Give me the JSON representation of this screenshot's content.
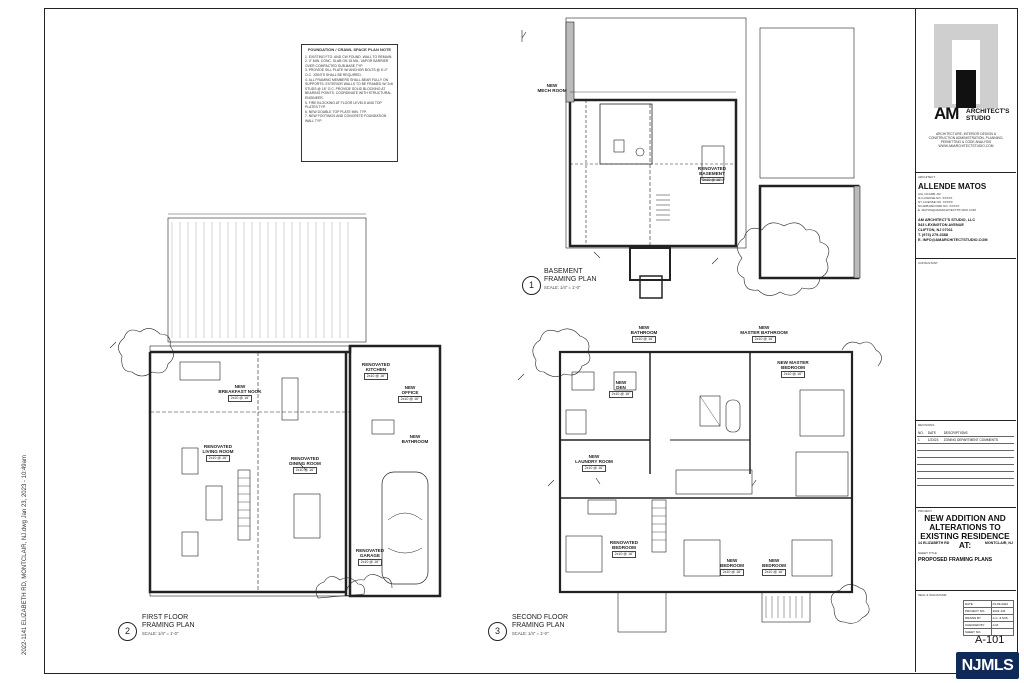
{
  "side_label": "2022-1141 ELIZABETH RD, MONTCLAIR, NJ.dwg     Jan 23, 2023 - 10:49am",
  "notes_box": {
    "title": "FOUNDATION / CRAWL SPACE PLAN NOTE",
    "lines": [
      "1. EXISTING FTG. AND CW FOUND. WALL TO REMAIN.",
      "2. 4\" MIN. CONC. SLAB ON 15 MIL. VAPOR BARRIER OVER COMPACTED SUB-BASE TYP.",
      "3. PROVIDE SILL PLATE W/ ANCHOR BOLTS @ 6'-0\" O.C. JOINTS SHALL BE REQUIRED.",
      "4. ALL FRAMING MEMBERS SHALL BEAR FULLY ON SUPPORTS. EXTERIOR WALLS TO BE FRAMED W/ 2x6 STUDS @ 16\" O.C. PROVIDE SOLID BLOCKING AT BEARING POINTS. COORDINATE WITH STRUCTURAL ENGINEER.",
      "5. FIRE BLOCKING AT FLOOR LEVELS AND TOP PLATES TYP.",
      "6. NEW DOUBLE TOP PLATE MIN. TYP.",
      "7. NEW FOOTINGS AND CONCRETE FOUNDATION WALL TYP."
    ]
  },
  "plans": {
    "basement": {
      "num": "1",
      "title": "BASEMENT",
      "subtitle": "FRAMING PLAN",
      "scale": "SCALE: 1/4\" = 1'-0\""
    },
    "first": {
      "num": "2",
      "title": "FIRST FLOOR",
      "subtitle": "FRAMING PLAN",
      "scale": "SCALE: 1/4\" = 1'-0\""
    },
    "second": {
      "num": "3",
      "title": "SECOND FLOOR",
      "subtitle": "FRAMING PLAN",
      "scale": "SCALE: 1/4\" = 1'-0\""
    }
  },
  "rooms": {
    "mech": "NEW\nMECH ROOM",
    "basement": "RENOVATED\nBASEMENT",
    "breakfast": "NEW\nBREAKFAST NOOK",
    "kitchen": "RENOVATED\nKITCHEN",
    "office": "NEW\nOFFICE",
    "living": "RENOVATED\nLIVING ROOM",
    "dining": "RENOVATED\nDINING ROOM",
    "bath1": "NEW\nBATHROOM",
    "garage": "RENOVATED\nGARAGE",
    "bath2": "NEW\nBATHROOM",
    "master_bath": "NEW\nMASTER BATHROOM",
    "master_bed": "NEW MASTER\nBEDROOM",
    "den": "NEW\nDEN",
    "laundry": "NEW\nLAUNDRY ROOM",
    "bed_renov": "RENOVATED\nBEDROOM",
    "bed_new1": "NEW\nBEDROOM",
    "bed_new2": "NEW\nBEDROOM"
  },
  "room_tag": "2x10 @ 16\"",
  "title_block": {
    "brand_am": "AM",
    "brand_rest": "ARCHITECT'S STUDIO",
    "tagline": "ARCHITECTURE, INTERIOR DESIGN & CONSTRUCTION ADMINISTRATION, PLANNING, PERMITTING & CODE ANALYSIS\nWWW.AMARCHITECTSTUDIO.COM",
    "architect_label": "ARCHITECT",
    "architect_name": "ALLENDE MATOS",
    "license": "AIA, NCARB, AR\nNJ LICENSE NO. XXXXX\nNY LICENSE NO. XXXXX\nNCARB RECORD NO. XXXXX\nE. MATOS@AMARCHITECTSTUDIO.COM",
    "firm": "AM ARCHITECT'S STUDIO, LLC\n543 LEXINGTON AVENUE\nCLIFTON, NJ 07011\nT. (973) 279-3388\nE. INFO@AMARCHITECTSTUDIO.COM",
    "consultant_label": "CONSULTANT",
    "revisions_label": "REVISIONS",
    "rev_headers": [
      "NO.",
      "DATE",
      "DESCRIPTIONS"
    ],
    "rev_rows": [
      [
        "1",
        "1/23/23",
        "ZONING DEPARTMENT COMMENTS"
      ]
    ],
    "project_label": "PROJECT",
    "project": "NEW ADDITION AND ALTERATIONS TO EXISTING RESIDENCE AT:",
    "address_left": "14 ELIZABETH RD",
    "address_right": "MONTCLAIR, NJ",
    "sheet_title_label": "SHEET TITLE",
    "sheet_title": "PROPOSED FRAMING PLANS",
    "seal_label": "SEAL & SIGNATURE",
    "info": [
      [
        "DATE",
        "03-09-2022"
      ],
      [
        "PROJECT NO.",
        "2022-134"
      ],
      [
        "DRAWN BY",
        "A.C. & M.B."
      ],
      [
        "CHECKED BY",
        "A.M."
      ],
      [
        "SHEET NO.",
        ""
      ]
    ],
    "sheet_no": "A-101"
  },
  "watermark": "NJMLS"
}
